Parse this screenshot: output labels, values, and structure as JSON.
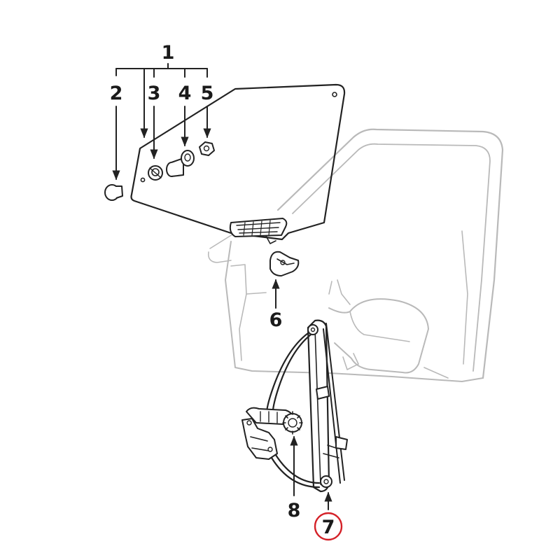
{
  "diagram": {
    "callouts": {
      "c1": "1",
      "c2": "2",
      "c3": "3",
      "c4": "4",
      "c5": "5",
      "c6": "6",
      "c7": "7",
      "c8": "8"
    },
    "highlight": {
      "callout": "7",
      "color": "#d42027"
    },
    "colors": {
      "line": "#222222",
      "body_outline": "#b9b9b9"
    }
  }
}
